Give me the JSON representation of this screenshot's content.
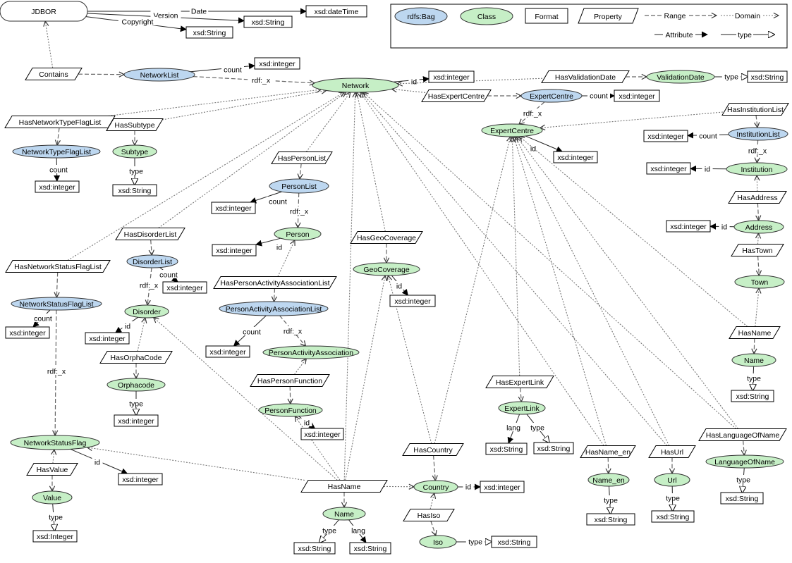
{
  "legend": {
    "bag": "rdfs:Bag",
    "class": "Class",
    "format": "Format",
    "property": "Property",
    "range": "Range",
    "domain": "Domain",
    "attribute": "Attribute",
    "type": "type"
  },
  "colors": {
    "class_fill": "#c6efc6",
    "bag_fill": "#bdd7f0",
    "edge_range": "#666666",
    "edge_domain": "#777777"
  },
  "nodes": [
    {
      "id": "jdbor",
      "kind": "root",
      "label": "JDBOR"
    },
    {
      "id": "f_datetime",
      "kind": "format",
      "label": "xsd:dateTime"
    },
    {
      "id": "f_ver_str",
      "kind": "format",
      "label": "xsd:String"
    },
    {
      "id": "f_copy_str",
      "kind": "format",
      "label": "xsd:String"
    },
    {
      "id": "p_contains",
      "kind": "property",
      "label": "Contains"
    },
    {
      "id": "b_networklist",
      "kind": "bag",
      "label": "NetworkList"
    },
    {
      "id": "f_nl_int",
      "kind": "format",
      "label": "xsd:integer"
    },
    {
      "id": "c_network",
      "kind": "class",
      "label": "Network"
    },
    {
      "id": "f_net_id",
      "kind": "format",
      "label": "xsd:integer"
    },
    {
      "id": "p_hasvalidationdate",
      "kind": "property",
      "label": "HasValidationDate"
    },
    {
      "id": "c_validationdate",
      "kind": "class",
      "label": "ValidationDate"
    },
    {
      "id": "f_vd_str",
      "kind": "format",
      "label": "xsd:String"
    },
    {
      "id": "p_hasexpertcentre",
      "kind": "property",
      "label": "HasExpertCentre"
    },
    {
      "id": "b_expertcentre",
      "kind": "bag",
      "label": "ExpertCentre"
    },
    {
      "id": "f_ec_count",
      "kind": "format",
      "label": "xsd:integer"
    },
    {
      "id": "c_expertcentre",
      "kind": "class",
      "label": "ExpertCentre"
    },
    {
      "id": "f_ec_id",
      "kind": "format",
      "label": "xsd:integer"
    },
    {
      "id": "p_hasinstitutionlist",
      "kind": "property",
      "label": "HasInstitutionList"
    },
    {
      "id": "b_institutionlist",
      "kind": "bag",
      "label": "InstitutionList"
    },
    {
      "id": "f_il_count",
      "kind": "format",
      "label": "xsd:integer"
    },
    {
      "id": "c_institution",
      "kind": "class",
      "label": "Institution"
    },
    {
      "id": "f_inst_id",
      "kind": "format",
      "label": "xsd:integer"
    },
    {
      "id": "p_hasaddress",
      "kind": "property",
      "label": "HasAddress"
    },
    {
      "id": "c_address",
      "kind": "class",
      "label": "Address"
    },
    {
      "id": "f_addr_id",
      "kind": "format",
      "label": "xsd:integer"
    },
    {
      "id": "p_hastown",
      "kind": "property",
      "label": "HasTown"
    },
    {
      "id": "c_town",
      "kind": "class",
      "label": "Town"
    },
    {
      "id": "p_hasname_r",
      "kind": "property",
      "label": "HasName"
    },
    {
      "id": "c_name_r",
      "kind": "class",
      "label": "Name"
    },
    {
      "id": "f_name_r_str",
      "kind": "format",
      "label": "xsd:String"
    },
    {
      "id": "p_hasntfl",
      "kind": "property",
      "label": "HasNetworkTypeFlagList"
    },
    {
      "id": "b_ntfl",
      "kind": "bag",
      "label": "NetworkTypeFlagList"
    },
    {
      "id": "f_ntfl_count",
      "kind": "format",
      "label": "xsd:integer"
    },
    {
      "id": "p_hassubtype",
      "kind": "property",
      "label": "HasSubtype"
    },
    {
      "id": "c_subtype",
      "kind": "class",
      "label": "Subtype"
    },
    {
      "id": "f_subtype_str",
      "kind": "format",
      "label": "xsd:String"
    },
    {
      "id": "p_haspersonlist",
      "kind": "property",
      "label": "HasPersonList"
    },
    {
      "id": "b_personlist",
      "kind": "bag",
      "label": "PersonList"
    },
    {
      "id": "f_pl_count",
      "kind": "format",
      "label": "xsd:integer"
    },
    {
      "id": "c_person",
      "kind": "class",
      "label": "Person"
    },
    {
      "id": "f_person_id",
      "kind": "format",
      "label": "xsd:integer"
    },
    {
      "id": "p_hasdisorderlist",
      "kind": "property",
      "label": "HasDisorderList"
    },
    {
      "id": "b_disorderlist",
      "kind": "bag",
      "label": "DisorderList"
    },
    {
      "id": "f_dl_count",
      "kind": "format",
      "label": "xsd:integer"
    },
    {
      "id": "c_disorder",
      "kind": "class",
      "label": "Disorder"
    },
    {
      "id": "f_dis_id",
      "kind": "format",
      "label": "xsd:integer"
    },
    {
      "id": "p_hasorphacode",
      "kind": "property",
      "label": "HasOrphaCode"
    },
    {
      "id": "c_orphacode",
      "kind": "class",
      "label": "Orphacode"
    },
    {
      "id": "f_orpha_type",
      "kind": "format",
      "label": "xsd:integer"
    },
    {
      "id": "p_hasgeocoverage",
      "kind": "property",
      "label": "HasGeoCoverage"
    },
    {
      "id": "c_geocoverage",
      "kind": "class",
      "label": "GeoCoverage"
    },
    {
      "id": "f_geo_id",
      "kind": "format",
      "label": "xsd:integer"
    },
    {
      "id": "p_hasnsfl",
      "kind": "property",
      "label": "HasNetworkStatusFlagList"
    },
    {
      "id": "b_nsfl",
      "kind": "bag",
      "label": "NetworkStatusFlagList"
    },
    {
      "id": "f_nsfl_count",
      "kind": "format",
      "label": "xsd:integer"
    },
    {
      "id": "p_haspaal",
      "kind": "property",
      "label": "HasPersonActivityAssociationList"
    },
    {
      "id": "b_paal",
      "kind": "bag",
      "label": "PersonActivityAssociationList"
    },
    {
      "id": "f_paal_count",
      "kind": "format",
      "label": "xsd:integer"
    },
    {
      "id": "c_paa",
      "kind": "class",
      "label": "PersonActivityAssociation"
    },
    {
      "id": "p_haspersonfunction",
      "kind": "property",
      "label": "HasPersonFunction"
    },
    {
      "id": "c_personfunction",
      "kind": "class",
      "label": "PersonFunction"
    },
    {
      "id": "f_pf_id",
      "kind": "format",
      "label": "xsd:integer"
    },
    {
      "id": "c_nsf",
      "kind": "class",
      "label": "NetworkStatusFlag"
    },
    {
      "id": "f_nsf_id",
      "kind": "format",
      "label": "xsd:integer"
    },
    {
      "id": "p_hasvalue",
      "kind": "property",
      "label": "HasValue"
    },
    {
      "id": "c_value",
      "kind": "class",
      "label": "Value"
    },
    {
      "id": "f_value_int",
      "kind": "format",
      "label": "xsd:Integer"
    },
    {
      "id": "p_hasname_c",
      "kind": "property",
      "label": "HasName"
    },
    {
      "id": "c_name_c",
      "kind": "class",
      "label": "Name"
    },
    {
      "id": "f_name_c_str1",
      "kind": "format",
      "label": "xsd:String"
    },
    {
      "id": "f_name_c_str2",
      "kind": "format",
      "label": "xsd:String"
    },
    {
      "id": "p_hascountry",
      "kind": "property",
      "label": "HasCountry"
    },
    {
      "id": "c_country",
      "kind": "class",
      "label": "Country"
    },
    {
      "id": "f_country_id",
      "kind": "format",
      "label": "xsd:integer"
    },
    {
      "id": "p_hasiso",
      "kind": "property",
      "label": "HasIso"
    },
    {
      "id": "c_iso",
      "kind": "class",
      "label": "Iso"
    },
    {
      "id": "f_iso_str",
      "kind": "format",
      "label": "xsd:String"
    },
    {
      "id": "p_hasexpertlink",
      "kind": "property",
      "label": "HasExpertLink"
    },
    {
      "id": "c_expertlink",
      "kind": "class",
      "label": "ExpertLink"
    },
    {
      "id": "f_el_lang",
      "kind": "format",
      "label": "xsd:String"
    },
    {
      "id": "f_el_type",
      "kind": "format",
      "label": "xsd:String"
    },
    {
      "id": "p_hasname_en",
      "kind": "property",
      "label": "HasName_en"
    },
    {
      "id": "c_name_en",
      "kind": "class",
      "label": "Name_en"
    },
    {
      "id": "f_name_en_str",
      "kind": "format",
      "label": "xsd:String"
    },
    {
      "id": "p_hasurl",
      "kind": "property",
      "label": "HasUrl"
    },
    {
      "id": "c_url",
      "kind": "class",
      "label": "Url"
    },
    {
      "id": "f_url_str",
      "kind": "format",
      "label": "xsd:String"
    },
    {
      "id": "p_haslanguageofname",
      "kind": "property",
      "label": "HasLanguageOfName"
    },
    {
      "id": "c_languageofname",
      "kind": "class",
      "label": "LanguageOfName"
    },
    {
      "id": "f_lon_str",
      "kind": "format",
      "label": "xsd:String"
    }
  ],
  "edges": [
    {
      "from": "jdbor",
      "to": "f_datetime",
      "kind": "attr",
      "label": "Date"
    },
    {
      "from": "jdbor",
      "to": "f_ver_str",
      "kind": "attr",
      "label": "Version"
    },
    {
      "from": "jdbor",
      "to": "f_copy_str",
      "kind": "attr",
      "label": "Copyright"
    },
    {
      "from": "p_contains",
      "to": "jdbor",
      "kind": "domain",
      "label": ""
    },
    {
      "from": "p_contains",
      "to": "b_networklist",
      "kind": "range",
      "label": ""
    },
    {
      "from": "b_networklist",
      "to": "f_nl_int",
      "kind": "attr",
      "label": "count"
    },
    {
      "from": "b_networklist",
      "to": "c_network",
      "kind": "range",
      "label": "rdf:_x"
    },
    {
      "from": "c_network",
      "to": "f_net_id",
      "kind": "attr",
      "label": "id"
    },
    {
      "from": "p_hasvalidationdate",
      "to": "c_network",
      "kind": "domain",
      "label": ""
    },
    {
      "from": "p_hasvalidationdate",
      "to": "c_validationdate",
      "kind": "range",
      "label": ""
    },
    {
      "from": "c_validationdate",
      "to": "f_vd_str",
      "kind": "type",
      "label": "type"
    },
    {
      "from": "p_hasexpertcentre",
      "to": "c_network",
      "kind": "domain",
      "label": ""
    },
    {
      "from": "p_hasexpertcentre",
      "to": "b_expertcentre",
      "kind": "range",
      "label": ""
    },
    {
      "from": "b_expertcentre",
      "to": "f_ec_count",
      "kind": "attr",
      "label": "count"
    },
    {
      "from": "b_expertcentre",
      "to": "c_expertcentre",
      "kind": "range",
      "label": "rdf:_x"
    },
    {
      "from": "c_expertcentre",
      "to": "f_ec_id",
      "kind": "attr",
      "label": "id"
    },
    {
      "from": "p_hasinstitutionlist",
      "to": "c_expertcentre",
      "kind": "domain",
      "label": ""
    },
    {
      "from": "p_hasinstitutionlist",
      "to": "b_institutionlist",
      "kind": "range",
      "label": ""
    },
    {
      "from": "b_institutionlist",
      "to": "f_il_count",
      "kind": "attr",
      "label": "count"
    },
    {
      "from": "b_institutionlist",
      "to": "c_institution",
      "kind": "range",
      "label": "rdf:_x"
    },
    {
      "from": "c_institution",
      "to": "f_inst_id",
      "kind": "attr",
      "label": "id"
    },
    {
      "from": "p_hasaddress",
      "to": "c_institution",
      "kind": "domain",
      "label": ""
    },
    {
      "from": "p_hasaddress",
      "to": "c_address",
      "kind": "range",
      "label": ""
    },
    {
      "from": "c_address",
      "to": "f_addr_id",
      "kind": "attr",
      "label": "id"
    },
    {
      "from": "p_hastown",
      "to": "c_address",
      "kind": "domain",
      "label": ""
    },
    {
      "from": "p_hastown",
      "to": "c_town",
      "kind": "range",
      "label": ""
    },
    {
      "from": "p_hasname_r",
      "to": "c_town",
      "kind": "domain",
      "label": ""
    },
    {
      "from": "p_hasname_r",
      "to": "c_expertcentre",
      "kind": "domain",
      "label": ""
    },
    {
      "from": "p_hasname_r",
      "to": "c_name_r",
      "kind": "range",
      "label": ""
    },
    {
      "from": "c_name_r",
      "to": "f_name_r_str",
      "kind": "type",
      "label": "type"
    },
    {
      "from": "p_hasntfl",
      "to": "c_network",
      "kind": "domain",
      "label": ""
    },
    {
      "from": "p_hasntfl",
      "to": "b_ntfl",
      "kind": "range",
      "label": ""
    },
    {
      "from": "b_ntfl",
      "to": "f_ntfl_count",
      "kind": "attr",
      "label": "count"
    },
    {
      "from": "p_hassubtype",
      "to": "c_network",
      "kind": "domain",
      "label": ""
    },
    {
      "from": "p_hassubtype",
      "to": "c_subtype",
      "kind": "range",
      "label": ""
    },
    {
      "from": "c_subtype",
      "to": "f_subtype_str",
      "kind": "type",
      "label": "type"
    },
    {
      "from": "p_haspersonlist",
      "to": "c_network",
      "kind": "domain",
      "label": ""
    },
    {
      "from": "p_haspersonlist",
      "to": "b_personlist",
      "kind": "range",
      "label": ""
    },
    {
      "from": "b_personlist",
      "to": "f_pl_count",
      "kind": "attr",
      "label": "count"
    },
    {
      "from": "b_personlist",
      "to": "c_person",
      "kind": "range",
      "label": "rdf:_x"
    },
    {
      "from": "c_person",
      "to": "f_person_id",
      "kind": "attr",
      "label": "id"
    },
    {
      "from": "p_hasdisorderlist",
      "to": "c_network",
      "kind": "domain",
      "label": ""
    },
    {
      "from": "p_hasdisorderlist",
      "to": "b_disorderlist",
      "kind": "range",
      "label": ""
    },
    {
      "from": "b_disorderlist",
      "to": "f_dl_count",
      "kind": "attr",
      "label": "count"
    },
    {
      "from": "b_disorderlist",
      "to": "c_disorder",
      "kind": "range",
      "label": "rdf:_x"
    },
    {
      "from": "c_disorder",
      "to": "f_dis_id",
      "kind": "attr",
      "label": "id"
    },
    {
      "from": "p_hasorphacode",
      "to": "c_disorder",
      "kind": "domain",
      "label": ""
    },
    {
      "from": "p_hasorphacode",
      "to": "c_orphacode",
      "kind": "range",
      "label": ""
    },
    {
      "from": "c_orphacode",
      "to": "f_orpha_type",
      "kind": "type",
      "label": "type"
    },
    {
      "from": "p_hasgeocoverage",
      "to": "c_network",
      "kind": "domain",
      "label": ""
    },
    {
      "from": "p_hasgeocoverage",
      "to": "c_geocoverage",
      "kind": "range",
      "label": ""
    },
    {
      "from": "c_geocoverage",
      "to": "f_geo_id",
      "kind": "attr",
      "label": "id"
    },
    {
      "from": "p_hasnsfl",
      "to": "c_network",
      "kind": "domain",
      "label": ""
    },
    {
      "from": "p_hasnsfl",
      "to": "b_nsfl",
      "kind": "range",
      "label": ""
    },
    {
      "from": "b_nsfl",
      "to": "f_nsfl_count",
      "kind": "attr",
      "label": "count"
    },
    {
      "from": "b_nsfl",
      "to": "c_nsf",
      "kind": "range",
      "label": "rdf:_x"
    },
    {
      "from": "p_haspaal",
      "to": "c_person",
      "kind": "domain",
      "label": ""
    },
    {
      "from": "p_haspaal",
      "to": "b_paal",
      "kind": "range",
      "label": ""
    },
    {
      "from": "b_paal",
      "to": "f_paal_count",
      "kind": "attr",
      "label": "count"
    },
    {
      "from": "b_paal",
      "to": "c_paa",
      "kind": "range",
      "label": "rdf:_x"
    },
    {
      "from": "p_haspersonfunction",
      "to": "c_paa",
      "kind": "domain",
      "label": ""
    },
    {
      "from": "p_haspersonfunction",
      "to": "c_personfunction",
      "kind": "range",
      "label": ""
    },
    {
      "from": "c_personfunction",
      "to": "f_pf_id",
      "kind": "attr",
      "label": "id"
    },
    {
      "from": "c_nsf",
      "to": "f_nsf_id",
      "kind": "attr",
      "label": "id"
    },
    {
      "from": "p_hasvalue",
      "to": "c_nsf",
      "kind": "domain",
      "label": ""
    },
    {
      "from": "p_hasvalue",
      "to": "c_value",
      "kind": "range",
      "label": ""
    },
    {
      "from": "c_value",
      "to": "f_value_int",
      "kind": "type",
      "label": "type"
    },
    {
      "from": "p_hasname_c",
      "to": "c_network",
      "kind": "domain",
      "label": ""
    },
    {
      "from": "p_hasname_c",
      "to": "c_disorder",
      "kind": "domain",
      "label": ""
    },
    {
      "from": "p_hasname_c",
      "to": "c_nsf",
      "kind": "domain",
      "label": ""
    },
    {
      "from": "p_hasname_c",
      "to": "c_personfunction",
      "kind": "domain",
      "label": ""
    },
    {
      "from": "p_hasname_c",
      "to": "c_geocoverage",
      "kind": "domain",
      "label": ""
    },
    {
      "from": "p_hasname_c",
      "to": "c_country",
      "kind": "domain",
      "label": ""
    },
    {
      "from": "p_hasname_c",
      "to": "c_name_c",
      "kind": "range",
      "label": ""
    },
    {
      "from": "c_name_c",
      "to": "f_name_c_str1",
      "kind": "type",
      "label": "type"
    },
    {
      "from": "c_name_c",
      "to": "f_name_c_str2",
      "kind": "attr",
      "label": "lang"
    },
    {
      "from": "p_hascountry",
      "to": "c_geocoverage",
      "kind": "domain",
      "label": ""
    },
    {
      "from": "p_hascountry",
      "to": "c_expertcentre",
      "kind": "domain",
      "label": ""
    },
    {
      "from": "p_hascountry",
      "to": "c_country",
      "kind": "range",
      "label": ""
    },
    {
      "from": "c_country",
      "to": "f_country_id",
      "kind": "attr",
      "label": "id"
    },
    {
      "from": "p_hasiso",
      "to": "c_country",
      "kind": "domain",
      "label": ""
    },
    {
      "from": "p_hasiso",
      "to": "c_iso",
      "kind": "range",
      "label": ""
    },
    {
      "from": "c_iso",
      "to": "f_iso_str",
      "kind": "type",
      "label": "type"
    },
    {
      "from": "p_hasexpertlink",
      "to": "c_expertcentre",
      "kind": "domain",
      "label": ""
    },
    {
      "from": "p_hasexpertlink",
      "to": "c_expertlink",
      "kind": "range",
      "label": ""
    },
    {
      "from": "c_expertlink",
      "to": "f_el_lang",
      "kind": "attr",
      "label": "lang"
    },
    {
      "from": "c_expertlink",
      "to": "f_el_type",
      "kind": "type",
      "label": "type"
    },
    {
      "from": "p_hasname_en",
      "to": "c_expertcentre",
      "kind": "domain",
      "label": ""
    },
    {
      "from": "p_hasname_en",
      "to": "c_network",
      "kind": "domain",
      "label": ""
    },
    {
      "from": "p_hasname_en",
      "to": "c_name_en",
      "kind": "range",
      "label": ""
    },
    {
      "from": "c_name_en",
      "to": "f_name_en_str",
      "kind": "type",
      "label": "type"
    },
    {
      "from": "p_hasurl",
      "to": "c_expertcentre",
      "kind": "domain",
      "label": ""
    },
    {
      "from": "p_hasurl",
      "to": "c_network",
      "kind": "domain",
      "label": ""
    },
    {
      "from": "p_hasurl",
      "to": "c_url",
      "kind": "range",
      "label": ""
    },
    {
      "from": "c_url",
      "to": "f_url_str",
      "kind": "type",
      "label": "type"
    },
    {
      "from": "p_haslanguageofname",
      "to": "c_network",
      "kind": "domain",
      "label": ""
    },
    {
      "from": "p_haslanguageofname",
      "to": "c_expertcentre",
      "kind": "domain",
      "label": ""
    },
    {
      "from": "p_haslanguageofname",
      "to": "c_languageofname",
      "kind": "range",
      "label": ""
    },
    {
      "from": "c_languageofname",
      "to": "f_lon_str",
      "kind": "type",
      "label": "type"
    }
  ]
}
